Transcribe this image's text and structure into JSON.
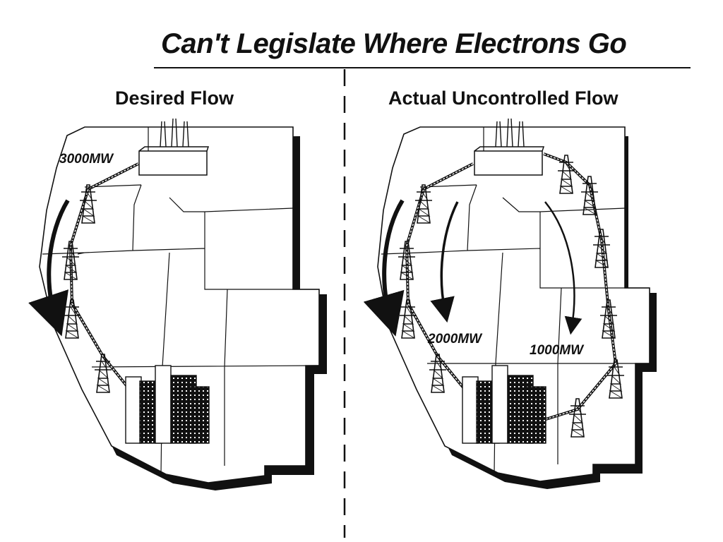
{
  "title": "Can't Legislate Where Electrons Go",
  "panels": {
    "left": {
      "title": "Desired Flow",
      "flow_label": "3000MW"
    },
    "right": {
      "title": "Actual Uncontrolled Flow",
      "flow_label_west": "2000MW",
      "flow_label_east": "1000MW"
    }
  },
  "colors": {
    "ink": "#111111",
    "paper": "#ffffff"
  }
}
